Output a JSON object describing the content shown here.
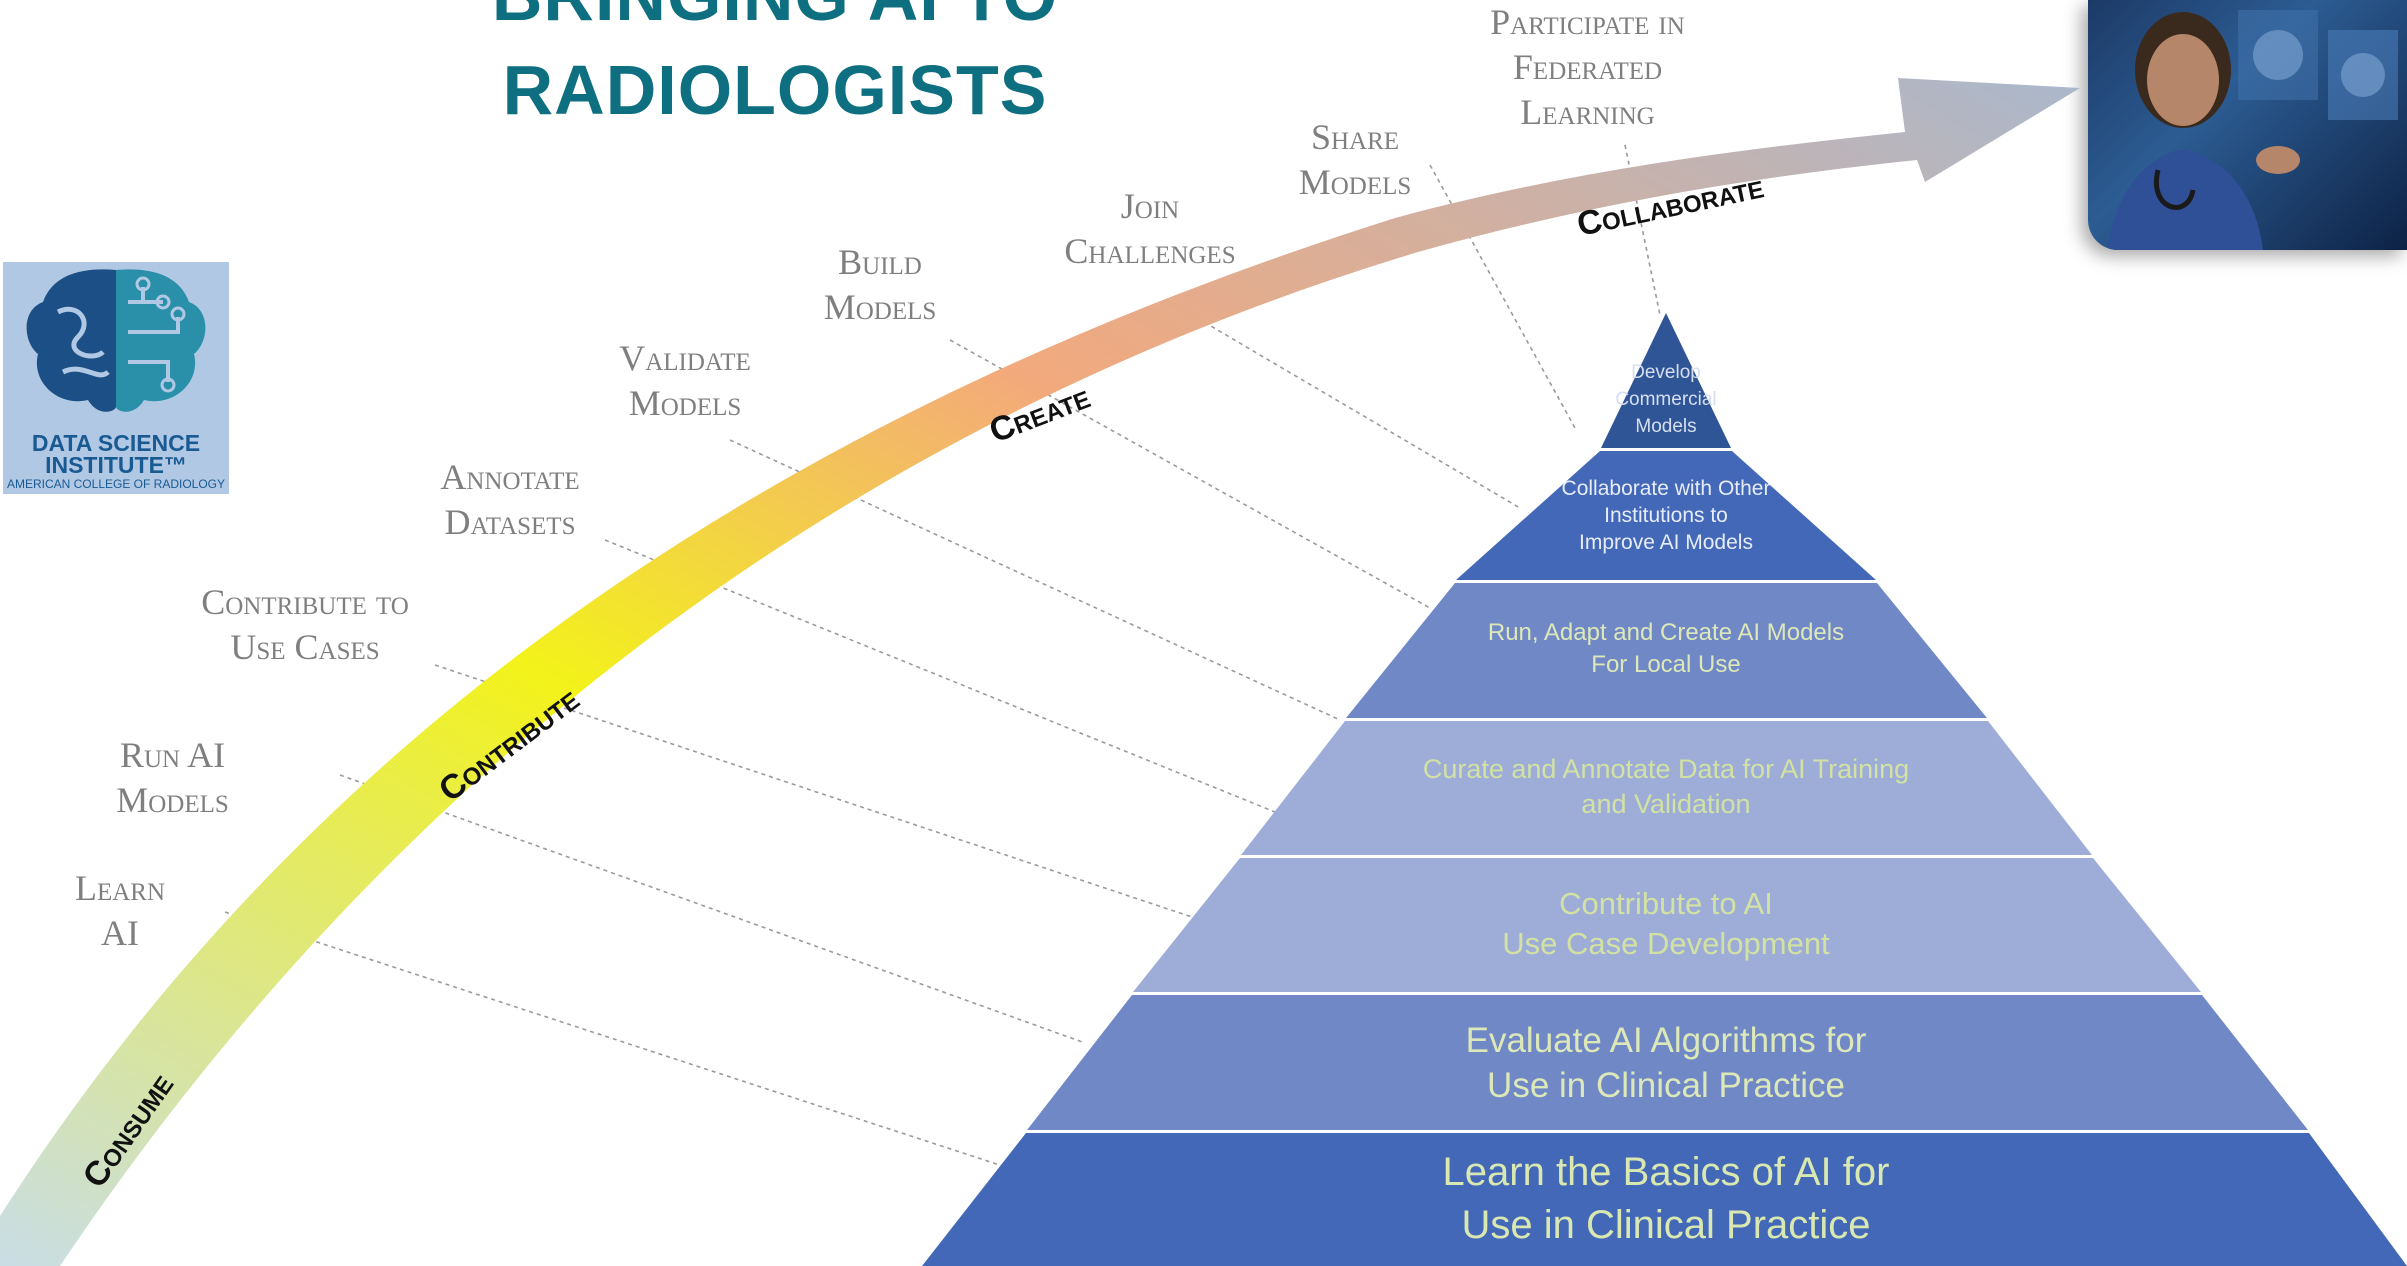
{
  "title": {
    "line1": "Bringing AI to",
    "line2": "Radiologists"
  },
  "logo": {
    "name": "DATA SCIENCE\nINSTITUTE™",
    "org": "AMERICAN COLLEGE OF RADIOLOGY"
  },
  "arrow": {
    "phases": [
      "Consume",
      "Contribute",
      "Create",
      "Collaborate"
    ],
    "gradient_colors": [
      "#c9dde6",
      "#f3f21a",
      "#f3a97c",
      "#aab8cc"
    ]
  },
  "steps": [
    "Learn\nAI",
    "Run AI\nModels",
    "Contribute to\nUse Cases",
    "Annotate\nDatasets",
    "Validate\nModels",
    "Build\nModels",
    "Join\nChallenges",
    "Share\nModels",
    "Participate in\nFederated\nLearning"
  ],
  "pyramid": {
    "tiers": [
      {
        "label": "Develop\nCommercial\nModels",
        "color": "#2f5597",
        "text_color": "#d6dff0"
      },
      {
        "label": "Collaborate with Other\nInstitutions to\nImprove AI Models",
        "color": "#4468b8",
        "text_color": "#e6ecf8"
      },
      {
        "label": "Run, Adapt and Create AI Models\nFor Local Use",
        "color": "#7088c6",
        "text_color": "#dde8b8"
      },
      {
        "label": "Curate and Annotate Data for AI Training\nand Validation",
        "color": "#9dadd8",
        "text_color": "#d3e2a2"
      },
      {
        "label": "Contribute to AI\nUse Case Development",
        "color": "#9dadd8",
        "text_color": "#d3e2a2"
      },
      {
        "label": "Evaluate AI Algorithms for\nUse in Clinical Practice",
        "color": "#7088c6",
        "text_color": "#dde8b8"
      },
      {
        "label": "Learn the Basics of AI for\nUse in Clinical Practice",
        "color": "#4468b8",
        "text_color": "#d9e8b0"
      }
    ]
  },
  "photo": {
    "subject": "radiologist-viewing-brain-scans"
  }
}
